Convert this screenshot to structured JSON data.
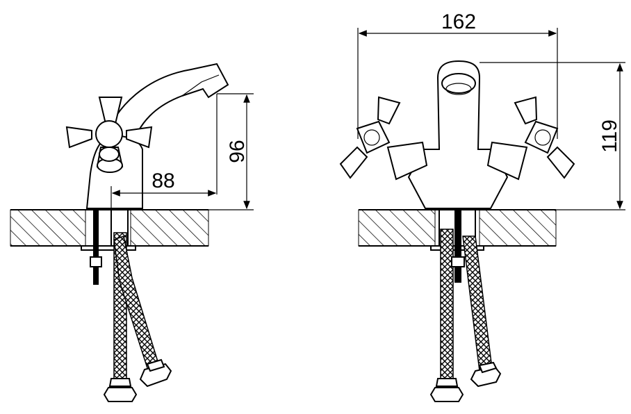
{
  "dimensions": {
    "side_height": "96",
    "side_reach": "88",
    "front_width": "162",
    "front_height": "119"
  }
}
